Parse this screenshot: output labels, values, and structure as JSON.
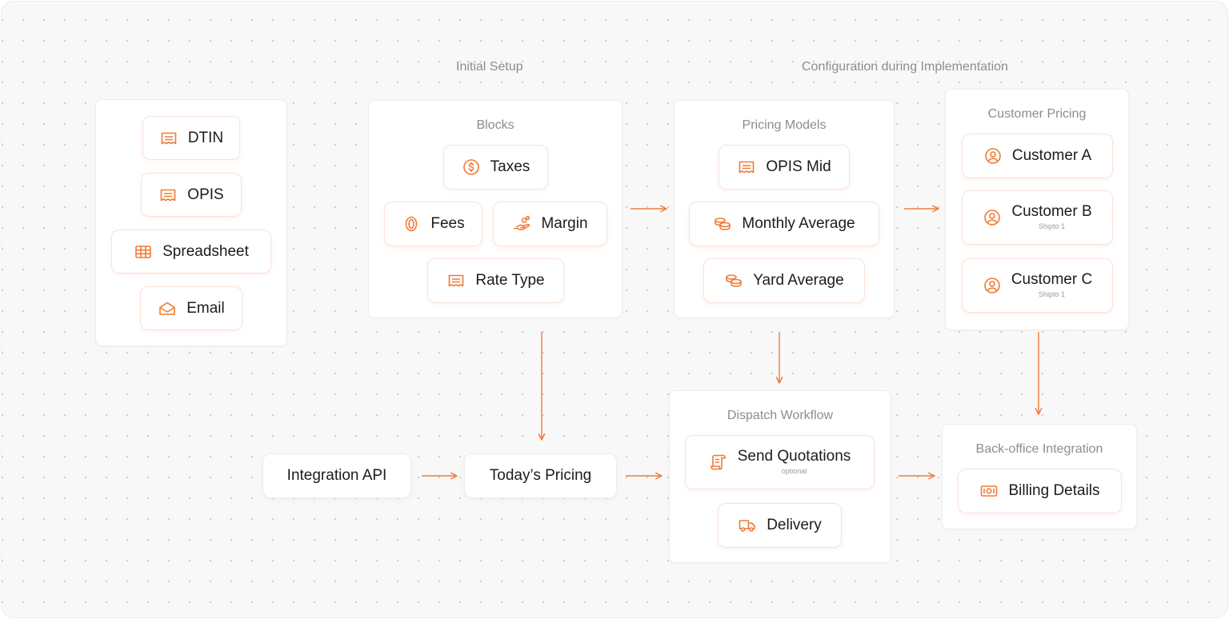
{
  "headings": {
    "initial_setup": "Initial Setup",
    "configuration": "Configuration during Implementation"
  },
  "sources": {
    "items": [
      {
        "label": "DTIN",
        "icon": "receipt-icon"
      },
      {
        "label": "OPIS",
        "icon": "receipt-icon"
      },
      {
        "label": "Spreadsheet",
        "icon": "table-icon"
      },
      {
        "label": "Email",
        "icon": "envelope-icon"
      }
    ]
  },
  "blocks": {
    "title": "Blocks",
    "items": [
      {
        "label": "Taxes",
        "icon": "dollar-coin-icon"
      },
      {
        "label": "Fees",
        "icon": "coin-icon"
      },
      {
        "label": "Margin",
        "icon": "hand-coins-icon"
      },
      {
        "label": "Rate Type",
        "icon": "receipt-icon"
      }
    ]
  },
  "pricing_models": {
    "title": "Pricing Models",
    "items": [
      {
        "label": "OPIS Mid",
        "icon": "receipt-icon"
      },
      {
        "label": "Monthly Average",
        "icon": "coins-stack-icon"
      },
      {
        "label": "Yard Average",
        "icon": "coins-stack-icon"
      }
    ]
  },
  "customer_pricing": {
    "title": "Customer Pricing",
    "items": [
      {
        "label": "Customer A",
        "sub": "",
        "icon": "user-circle-icon"
      },
      {
        "label": "Customer B",
        "sub": "Shipto 1",
        "icon": "user-circle-icon"
      },
      {
        "label": "Customer C",
        "sub": "Shipto 1",
        "icon": "user-circle-icon"
      }
    ]
  },
  "integration_api": {
    "label": "Integration API"
  },
  "todays_pricing": {
    "label": "Today’s Pricing"
  },
  "dispatch": {
    "title": "Dispatch Workflow",
    "items": [
      {
        "label": "Send Quotations",
        "sub": "optional",
        "icon": "scroll-icon"
      },
      {
        "label": "Delivery",
        "sub": "",
        "icon": "truck-icon"
      }
    ]
  },
  "back_office": {
    "title": "Back-office Integration",
    "items": [
      {
        "label": "Billing Details",
        "icon": "banknote-icon"
      }
    ]
  },
  "colors": {
    "accent": "#f07a35",
    "text": "#1c1c1c",
    "muted": "#8d8d8d",
    "card_border": "#ececec",
    "pill_border": "#f6e3d8",
    "dot": "#d0d0d0"
  }
}
